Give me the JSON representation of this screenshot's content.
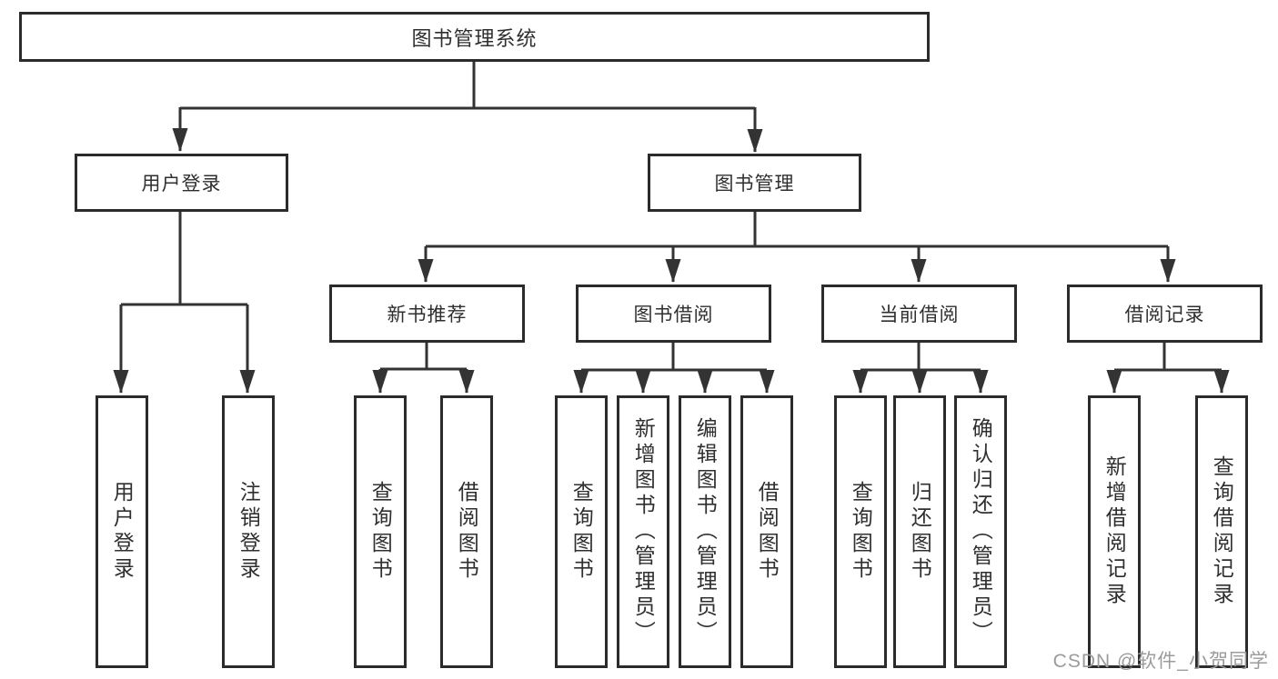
{
  "colors": {
    "line": "#333333",
    "border": "#2b2b2b",
    "text": "#2f2f2f",
    "watermark": "#9b9b9b"
  },
  "tree": {
    "root": "图书管理系统",
    "children": [
      {
        "label": "用户登录",
        "leaves": [
          "用户登录",
          "注销登录"
        ]
      },
      {
        "label": "图书管理",
        "children": [
          {
            "label": "新书推荐",
            "leaves": [
              "查询图书",
              "借阅图书"
            ]
          },
          {
            "label": "图书借阅",
            "leaves": [
              "查询图书",
              "新增图书（管理员）",
              "编辑图书（管理员）",
              "借阅图书"
            ]
          },
          {
            "label": "当前借阅",
            "leaves": [
              "查询图书",
              "归还图书",
              "确认归还（管理员）"
            ]
          },
          {
            "label": "借阅记录",
            "leaves": [
              "新增借阅记录",
              "查询借阅记录"
            ]
          }
        ]
      }
    ]
  },
  "watermark": "CSDN @软件_小贺同学"
}
